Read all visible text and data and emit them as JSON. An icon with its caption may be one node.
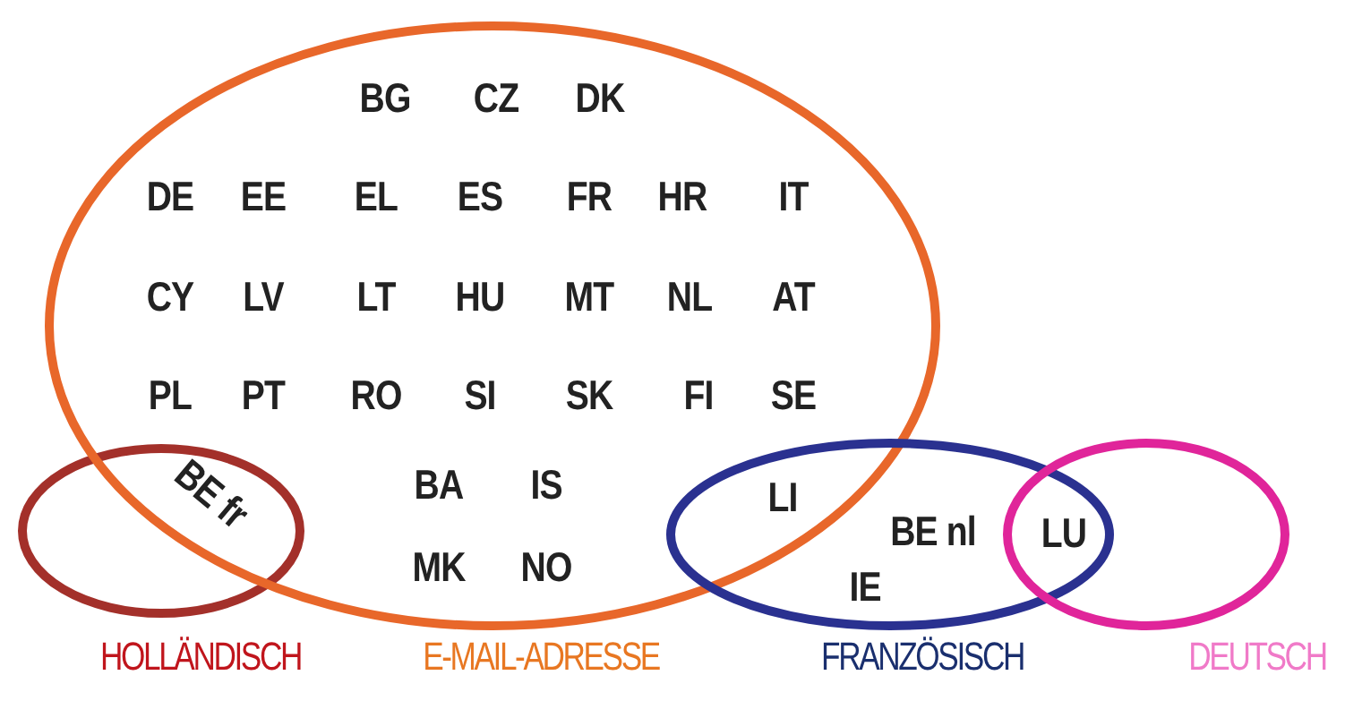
{
  "diagram": {
    "nodes": [
      {
        "text": [
          "HOLLÄNDISCH"
        ]
      },
      {
        "text": [
          "E-MAIL-ADRESSE"
        ]
      },
      {
        "text": [
          "FRANZÖSISCH"
        ]
      },
      {
        "text": [
          "DEUTSCH"
        ]
      }
    ],
    "labels": [
      "BG",
      "CZ",
      "DK",
      "DE",
      "EE",
      "EL",
      "ES",
      "FR",
      "HR",
      "IT",
      "CY",
      "LV",
      "LT",
      "HU",
      "MT",
      "NL",
      "AT",
      "PL",
      "PT",
      "RO",
      "SI",
      "SK",
      "FI",
      "SE",
      "BE fr",
      "BA",
      "IS",
      "LI",
      "BE nl",
      "LU",
      "MK",
      "NO",
      "IE"
    ]
  }
}
